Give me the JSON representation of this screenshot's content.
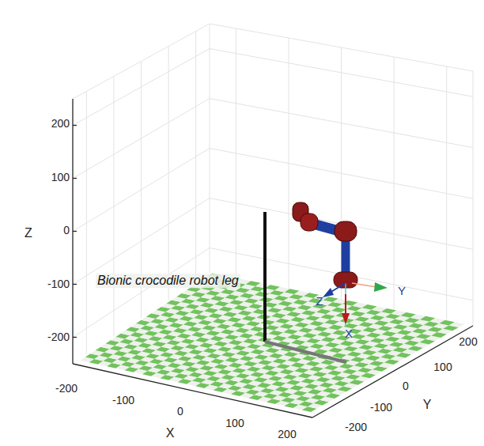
{
  "diagram": {
    "labels": [
      "200",
      "100",
      "0",
      "-100",
      "-200",
      "Z",
      "-200",
      "-100",
      "0",
      "100",
      "200",
      "X",
      "200",
      "100",
      "0",
      "-100",
      "-200",
      "Y",
      "Bionic crocodile robot leg",
      "Y",
      "Z",
      "X"
    ]
  }
}
